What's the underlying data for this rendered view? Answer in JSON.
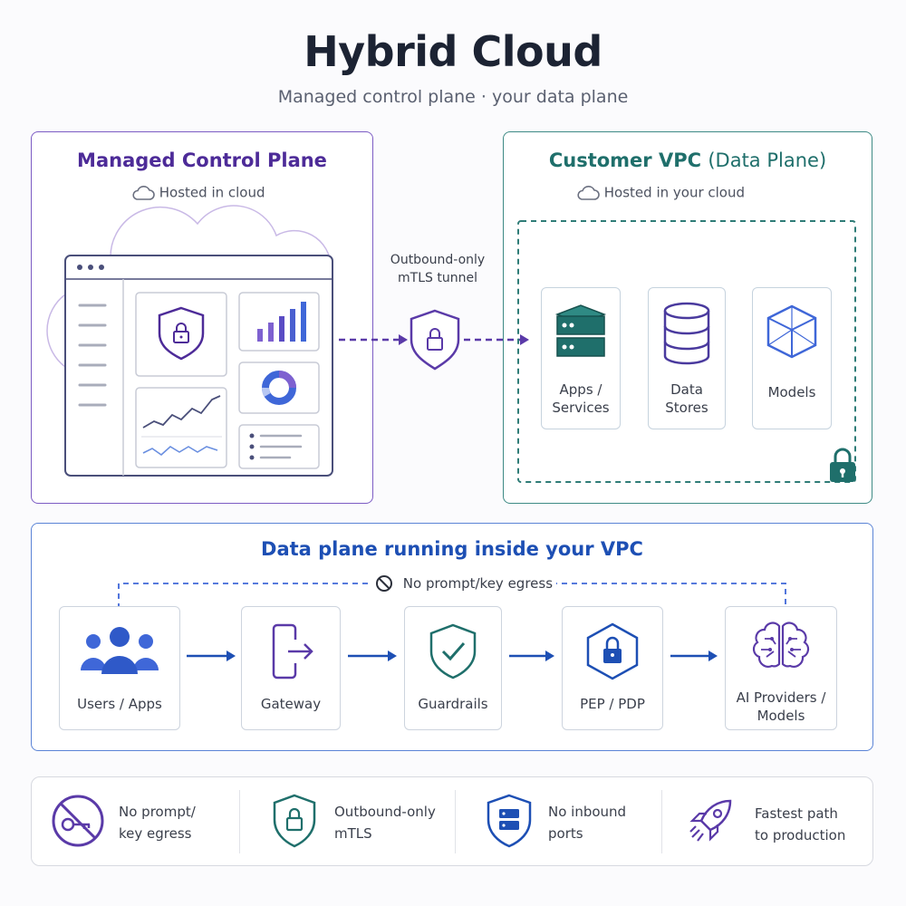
{
  "header": {
    "title": "Hybrid Cloud",
    "subtitle": "Managed control plane · your data plane"
  },
  "left_panel": {
    "heading": "Managed Control Plane",
    "hosted": "Hosted in cloud"
  },
  "tunnel": {
    "label_line1": "Outbound-only",
    "label_line2": "mTLS tunnel"
  },
  "right_panel": {
    "heading_main": "Customer VPC",
    "heading_light": "(Data Plane)",
    "hosted": "Hosted in your cloud",
    "cards": [
      {
        "line1": "Apps /",
        "line2": "Services"
      },
      {
        "line1": "Data",
        "line2": "Stores"
      },
      {
        "line1": "Models",
        "line2": ""
      }
    ]
  },
  "flow": {
    "heading": "Data plane running inside your VPC",
    "egress_note": "No prompt/key egress",
    "steps": [
      {
        "line1": "Users / Apps",
        "line2": ""
      },
      {
        "line1": "Gateway",
        "line2": ""
      },
      {
        "line1": "Guardrails",
        "line2": ""
      },
      {
        "line1": "PEP / PDP",
        "line2": ""
      },
      {
        "line1": "AI Providers /",
        "line2": "Models"
      }
    ]
  },
  "features": [
    {
      "line1": "No prompt/",
      "line2": "key egress",
      "icon": "no-key-icon"
    },
    {
      "line1": "Outbound-only",
      "line2": "mTLS",
      "icon": "shield-lock-icon"
    },
    {
      "line1": "No inbound",
      "line2": "ports",
      "icon": "shield-server-icon"
    },
    {
      "line1": "Fastest path",
      "line2": "to production",
      "icon": "rocket-icon"
    }
  ],
  "colors": {
    "purple": "#4d2b98",
    "teal": "#1f6f6b",
    "blue": "#1d4fb4"
  }
}
